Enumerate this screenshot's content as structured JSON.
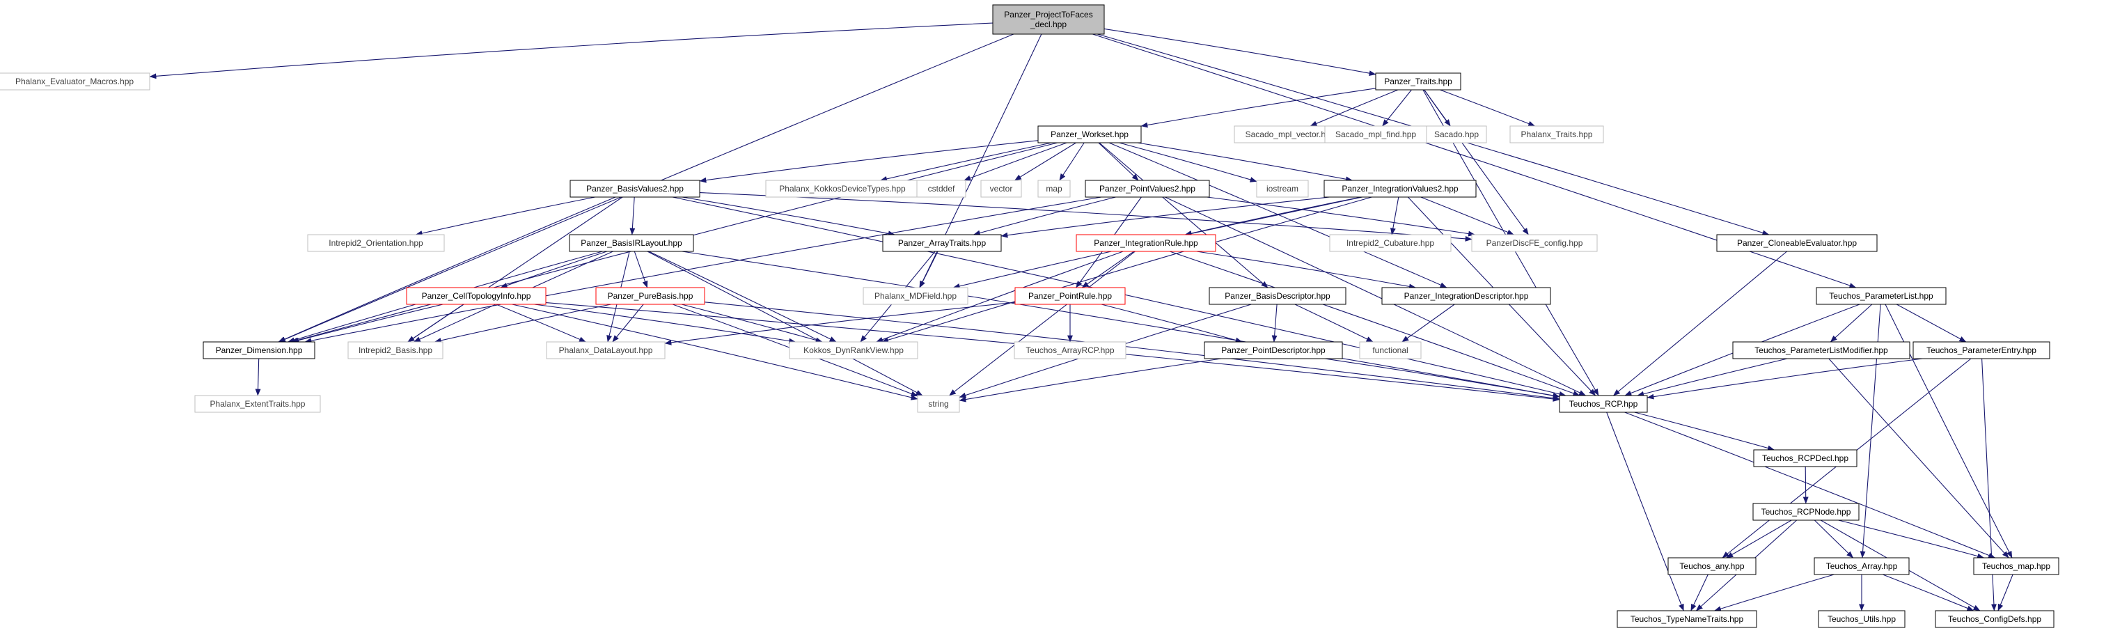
{
  "colors": {
    "edge": "#191970",
    "root_fill": "#bfbfbf",
    "node_border": "#000000",
    "external_border": "#bfbfbf",
    "truncated_border": "#ff0000",
    "external_text": "#404040",
    "text": "#000000"
  },
  "graph": {
    "nodes": [
      {
        "id": "root",
        "label": "Panzer_ProjectToFaces\n_decl.hpp",
        "kind": "root"
      },
      {
        "id": "evalmacros",
        "label": "Phalanx_Evaluator_Macros.hpp",
        "kind": "external"
      },
      {
        "id": "traits",
        "label": "Panzer_Traits.hpp",
        "kind": "normal"
      },
      {
        "id": "workset",
        "label": "Panzer_Workset.hpp",
        "kind": "normal"
      },
      {
        "id": "mplvector",
        "label": "Sacado_mpl_vector.hpp",
        "kind": "external"
      },
      {
        "id": "mplfind",
        "label": "Sacado_mpl_find.hpp",
        "kind": "external"
      },
      {
        "id": "sacado",
        "label": "Sacado.hpp",
        "kind": "external"
      },
      {
        "id": "phxtraits",
        "label": "Phalanx_Traits.hpp",
        "kind": "external"
      },
      {
        "id": "basisvalues2",
        "label": "Panzer_BasisValues2.hpp",
        "kind": "normal"
      },
      {
        "id": "kokkosdev",
        "label": "Phalanx_KokkosDeviceTypes.hpp",
        "kind": "external"
      },
      {
        "id": "cstddef",
        "label": "cstddef",
        "kind": "external"
      },
      {
        "id": "vector",
        "label": "vector",
        "kind": "external"
      },
      {
        "id": "map",
        "label": "map",
        "kind": "external"
      },
      {
        "id": "pointvalues2",
        "label": "Panzer_PointValues2.hpp",
        "kind": "normal"
      },
      {
        "id": "iostream",
        "label": "iostream",
        "kind": "external"
      },
      {
        "id": "integrationvalues2",
        "label": "Panzer_IntegrationValues2.hpp",
        "kind": "normal"
      },
      {
        "id": "orientation",
        "label": "Intrepid2_Orientation.hpp",
        "kind": "external"
      },
      {
        "id": "basisirlayout",
        "label": "Panzer_BasisIRLayout.hpp",
        "kind": "normal"
      },
      {
        "id": "arraytraits",
        "label": "Panzer_ArrayTraits.hpp",
        "kind": "normal"
      },
      {
        "id": "integrationrule",
        "label": "Panzer_IntegrationRule.hpp",
        "kind": "truncated"
      },
      {
        "id": "cubature",
        "label": "Intrepid2_Cubature.hpp",
        "kind": "external"
      },
      {
        "id": "discfeconfig",
        "label": "PanzerDiscFE_config.hpp",
        "kind": "external"
      },
      {
        "id": "cloneable",
        "label": "Panzer_CloneableEvaluator.hpp",
        "kind": "normal"
      },
      {
        "id": "celltopo",
        "label": "Panzer_CellTopologyInfo.hpp",
        "kind": "truncated"
      },
      {
        "id": "purebasis",
        "label": "Panzer_PureBasis.hpp",
        "kind": "truncated"
      },
      {
        "id": "mdfield",
        "label": "Phalanx_MDField.hpp",
        "kind": "external"
      },
      {
        "id": "pointrule",
        "label": "Panzer_PointRule.hpp",
        "kind": "truncated"
      },
      {
        "id": "basisdescriptor",
        "label": "Panzer_BasisDescriptor.hpp",
        "kind": "normal"
      },
      {
        "id": "integrationdescriptor",
        "label": "Panzer_IntegrationDescriptor.hpp",
        "kind": "normal"
      },
      {
        "id": "paramlist",
        "label": "Teuchos_ParameterList.hpp",
        "kind": "normal"
      },
      {
        "id": "dimension",
        "label": "Panzer_Dimension.hpp",
        "kind": "normal"
      },
      {
        "id": "intrepidbasis",
        "label": "Intrepid2_Basis.hpp",
        "kind": "external"
      },
      {
        "id": "datalayout",
        "label": "Phalanx_DataLayout.hpp",
        "kind": "external"
      },
      {
        "id": "dynrank",
        "label": "Kokkos_DynRankView.hpp",
        "kind": "external"
      },
      {
        "id": "arrayrcp",
        "label": "Teuchos_ArrayRCP.hpp",
        "kind": "external"
      },
      {
        "id": "pointdescriptor",
        "label": "Panzer_PointDescriptor.hpp",
        "kind": "normal"
      },
      {
        "id": "functional",
        "label": "functional",
        "kind": "external"
      },
      {
        "id": "plmodifier",
        "label": "Teuchos_ParameterListModifier.hpp",
        "kind": "normal"
      },
      {
        "id": "paramentry",
        "label": "Teuchos_ParameterEntry.hpp",
        "kind": "normal"
      },
      {
        "id": "extenttraits",
        "label": "Phalanx_ExtentTraits.hpp",
        "kind": "external"
      },
      {
        "id": "string",
        "label": "string",
        "kind": "external"
      },
      {
        "id": "rcp",
        "label": "Teuchos_RCP.hpp",
        "kind": "normal"
      },
      {
        "id": "rcpdecl",
        "label": "Teuchos_RCPDecl.hpp",
        "kind": "normal"
      },
      {
        "id": "rcpnode",
        "label": "Teuchos_RCPNode.hpp",
        "kind": "normal"
      },
      {
        "id": "any",
        "label": "Teuchos_any.hpp",
        "kind": "normal"
      },
      {
        "id": "tarray",
        "label": "Teuchos_Array.hpp",
        "kind": "normal"
      },
      {
        "id": "tmap",
        "label": "Teuchos_map.hpp",
        "kind": "normal"
      },
      {
        "id": "typenametraits",
        "label": "Teuchos_TypeNameTraits.hpp",
        "kind": "normal"
      },
      {
        "id": "utils",
        "label": "Teuchos_Utils.hpp",
        "kind": "normal"
      },
      {
        "id": "configdefs",
        "label": "Teuchos_ConfigDefs.hpp",
        "kind": "normal"
      }
    ],
    "edges": [
      [
        "root",
        "evalmacros"
      ],
      [
        "root",
        "dimension"
      ],
      [
        "root",
        "mdfield"
      ],
      [
        "root",
        "traits"
      ],
      [
        "root",
        "cloneable"
      ],
      [
        "root",
        "paramlist"
      ],
      [
        "traits",
        "workset"
      ],
      [
        "traits",
        "mplvector"
      ],
      [
        "traits",
        "mplfind"
      ],
      [
        "traits",
        "sacado"
      ],
      [
        "traits",
        "phxtraits"
      ],
      [
        "traits",
        "discfeconfig"
      ],
      [
        "traits",
        "rcp"
      ],
      [
        "workset",
        "basisvalues2"
      ],
      [
        "workset",
        "kokkosdev"
      ],
      [
        "workset",
        "cstddef"
      ],
      [
        "workset",
        "vector"
      ],
      [
        "workset",
        "map"
      ],
      [
        "workset",
        "pointvalues2"
      ],
      [
        "workset",
        "iostream"
      ],
      [
        "workset",
        "integrationvalues2"
      ],
      [
        "workset",
        "dimension"
      ],
      [
        "workset",
        "basisdescriptor"
      ],
      [
        "workset",
        "integrationdescriptor"
      ],
      [
        "basisvalues2",
        "orientation"
      ],
      [
        "basisvalues2",
        "basisirlayout"
      ],
      [
        "basisvalues2",
        "arraytraits"
      ],
      [
        "basisvalues2",
        "intrepidbasis"
      ],
      [
        "basisvalues2",
        "discfeconfig"
      ],
      [
        "basisvalues2",
        "rcp"
      ],
      [
        "basisvalues2",
        "dimension"
      ],
      [
        "pointvalues2",
        "arraytraits"
      ],
      [
        "pointvalues2",
        "pointrule"
      ],
      [
        "pointvalues2",
        "dimension"
      ],
      [
        "pointvalues2",
        "rcp"
      ],
      [
        "pointvalues2",
        "discfeconfig"
      ],
      [
        "integrationvalues2",
        "cubature"
      ],
      [
        "integrationvalues2",
        "integrationrule"
      ],
      [
        "integrationvalues2",
        "arraytraits"
      ],
      [
        "integrationvalues2",
        "discfeconfig"
      ],
      [
        "integrationvalues2",
        "rcp"
      ],
      [
        "integrationvalues2",
        "dynrank"
      ],
      [
        "integrationvalues2",
        "mdfield"
      ],
      [
        "basisirlayout",
        "celltopo"
      ],
      [
        "basisirlayout",
        "purebasis"
      ],
      [
        "basisirlayout",
        "dimension"
      ],
      [
        "basisirlayout",
        "intrepidbasis"
      ],
      [
        "basisirlayout",
        "datalayout"
      ],
      [
        "basisirlayout",
        "dynrank"
      ],
      [
        "basisirlayout",
        "string"
      ],
      [
        "basisirlayout",
        "rcp"
      ],
      [
        "arraytraits",
        "mdfield"
      ],
      [
        "arraytraits",
        "dynrank"
      ],
      [
        "integrationrule",
        "pointrule"
      ],
      [
        "integrationrule",
        "integrationdescriptor"
      ],
      [
        "integrationrule",
        "string"
      ],
      [
        "integrationrule",
        "dynrank"
      ],
      [
        "integrationrule",
        "rcp"
      ],
      [
        "celltopo",
        "dimension"
      ],
      [
        "celltopo",
        "intrepidbasis"
      ],
      [
        "celltopo",
        "datalayout"
      ],
      [
        "celltopo",
        "dynrank"
      ],
      [
        "celltopo",
        "string"
      ],
      [
        "celltopo",
        "rcp"
      ],
      [
        "purebasis",
        "datalayout"
      ],
      [
        "purebasis",
        "dynrank"
      ],
      [
        "purebasis",
        "string"
      ],
      [
        "purebasis",
        "rcp"
      ],
      [
        "purebasis",
        "intrepidbasis"
      ],
      [
        "pointrule",
        "arrayrcp"
      ],
      [
        "pointrule",
        "pointdescriptor"
      ],
      [
        "pointrule",
        "datalayout"
      ],
      [
        "basisdescriptor",
        "pointdescriptor"
      ],
      [
        "basisdescriptor",
        "functional"
      ],
      [
        "basisdescriptor",
        "string"
      ],
      [
        "integrationdescriptor",
        "functional"
      ],
      [
        "pointdescriptor",
        "string"
      ],
      [
        "pointdescriptor",
        "rcp"
      ],
      [
        "cloneable",
        "rcp"
      ],
      [
        "paramlist",
        "plmodifier"
      ],
      [
        "paramlist",
        "paramentry"
      ],
      [
        "paramlist",
        "rcp"
      ],
      [
        "paramlist",
        "tarray"
      ],
      [
        "paramlist",
        "tmap"
      ],
      [
        "plmodifier",
        "rcp"
      ],
      [
        "plmodifier",
        "tmap"
      ],
      [
        "paramentry",
        "rcp"
      ],
      [
        "paramentry",
        "any"
      ],
      [
        "paramentry",
        "configdefs"
      ],
      [
        "dimension",
        "extenttraits"
      ],
      [
        "rcp",
        "rcpdecl"
      ],
      [
        "rcp",
        "typenametraits"
      ],
      [
        "rcp",
        "tmap"
      ],
      [
        "rcpdecl",
        "rcpnode"
      ],
      [
        "rcpnode",
        "any"
      ],
      [
        "rcpnode",
        "tarray"
      ],
      [
        "rcpnode",
        "typenametraits"
      ],
      [
        "rcpnode",
        "tmap"
      ],
      [
        "rcpnode",
        "configdefs"
      ],
      [
        "any",
        "typenametraits"
      ],
      [
        "tarray",
        "typenametraits"
      ],
      [
        "tarray",
        "utils"
      ],
      [
        "tarray",
        "configdefs"
      ],
      [
        "tmap",
        "configdefs"
      ]
    ]
  }
}
